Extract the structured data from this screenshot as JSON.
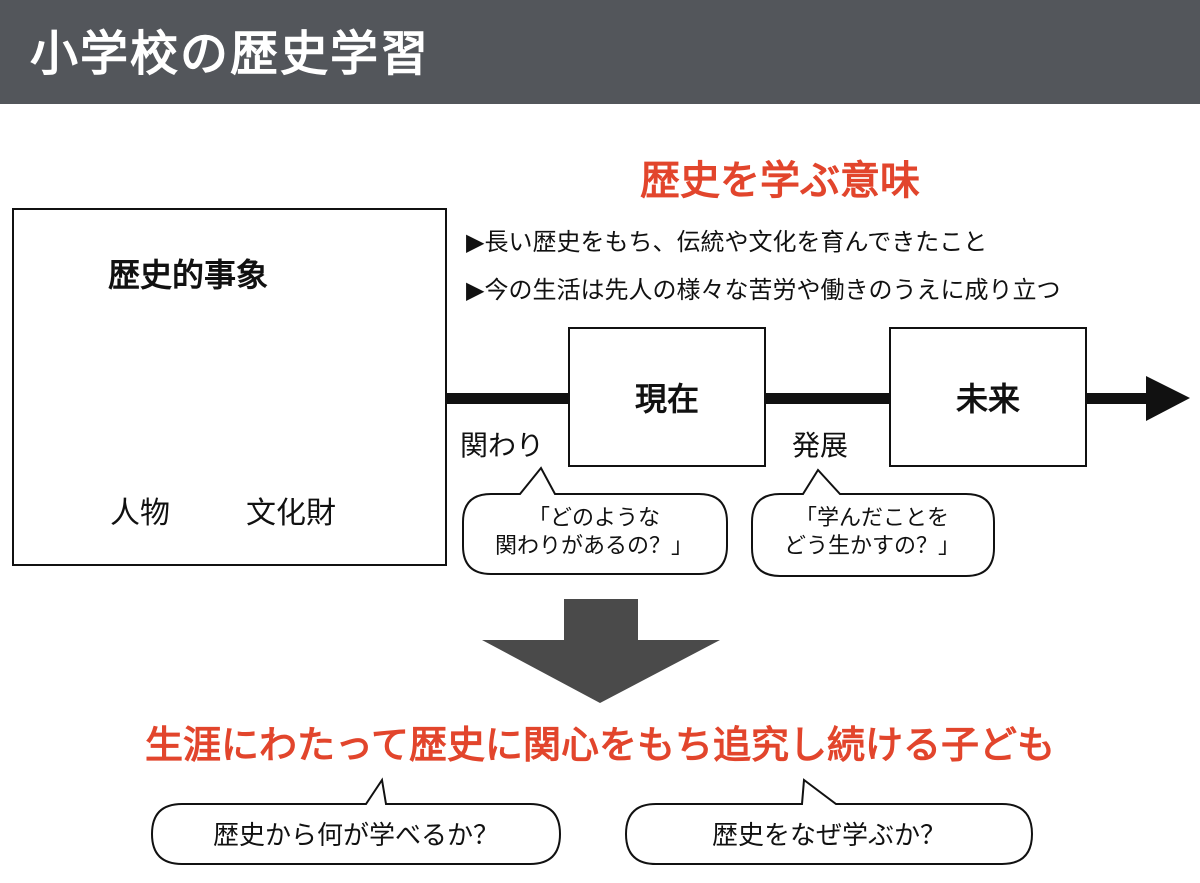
{
  "header": {
    "title": "小学校の歴史学習"
  },
  "meaning": {
    "title": "歴史を学ぶ意味",
    "bullets": [
      "▶長い歴史をもち、伝統や文化を育んできたこと",
      "▶今の生活は先人の様々な苦労や働きのうえに成り立つ"
    ]
  },
  "events": {
    "title": "歴史的事象",
    "person_label": "人物",
    "heritage_label": "文化財"
  },
  "flow": {
    "relation_label": "関わり",
    "present": "現在",
    "development_label": "発展",
    "future": "未来"
  },
  "bubbles": {
    "relation": [
      "「どのような",
      "関わりがあるの？」"
    ],
    "development": [
      "「学んだことを",
      "どう生かすの？」"
    ]
  },
  "goal": "生涯にわたって歴史に関心をもち追究し続ける子ども",
  "questions": [
    "歴史から何が学べるか？",
    "歴史をなぜ学ぶか？"
  ],
  "colors": {
    "header_bg": "#53565b",
    "accent_red": "#e2452c",
    "arrow_gray": "#4a4a4a"
  },
  "icons": [
    "person-silhouette-icon",
    "castle-silhouette-icon",
    "timeline-arrowhead-icon",
    "down-arrow-icon"
  ]
}
